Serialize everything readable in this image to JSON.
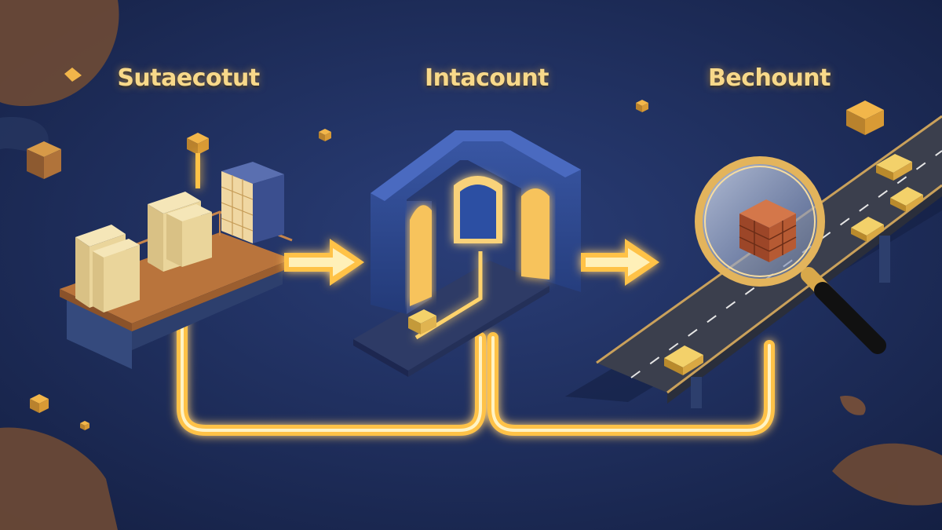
{
  "labels": {
    "source": "Sutaecotut",
    "intermediate": "Intacount",
    "backend": "Bechount"
  },
  "colors": {
    "background": "#1c2b57",
    "glow": "#ffc247",
    "label": "#f8d98a",
    "building": "#2f4a8f",
    "road": "#3b3f4d",
    "bridge_wood": "#b9743c",
    "brick": "#b65a33"
  },
  "icons": {
    "source": "document-stack-bridge-icon",
    "intermediate": "gateway-arch-icon",
    "backend": "magnifier-highway-icon"
  }
}
